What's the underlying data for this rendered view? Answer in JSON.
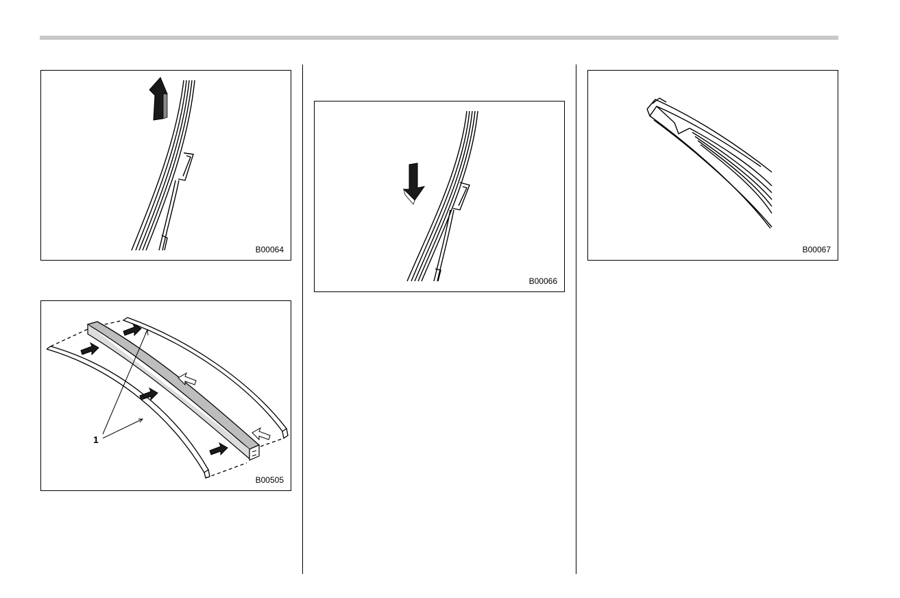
{
  "figures": {
    "fig1": {
      "code": "B00064",
      "arrow_icon": "arrow-up-icon"
    },
    "fig2": {
      "code": "B00505",
      "callout": "1",
      "arrow_icon": "arrow-insert-icon"
    },
    "fig3": {
      "code": "B00066",
      "arrow_icon": "arrow-down-icon"
    },
    "fig4": {
      "code": "B00067"
    }
  }
}
